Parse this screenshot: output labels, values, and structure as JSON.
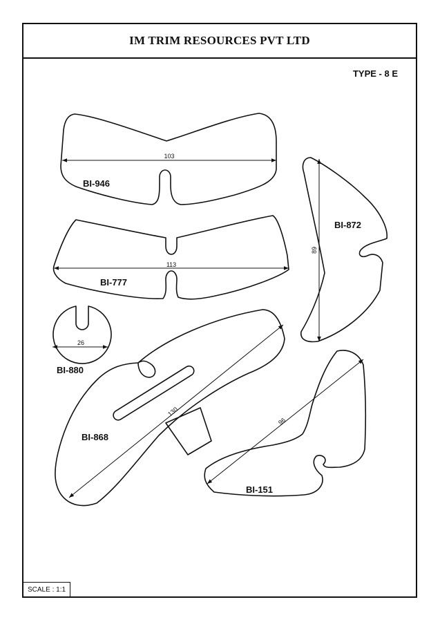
{
  "header": {
    "title": "IM TRIM RESOURCES PVT LTD"
  },
  "type_label": "TYPE - 8 E",
  "scale_label": "SCALE : 1:1",
  "parts": {
    "bi946": {
      "code": "BI-946",
      "dimension": "103"
    },
    "bi777": {
      "code": "BI-777",
      "dimension": "113"
    },
    "bi880": {
      "code": "BI-880",
      "dimension": "26"
    },
    "bi872": {
      "code": "BI-872",
      "dimension": "89"
    },
    "bi868": {
      "code": "BI-868",
      "dimension": "130"
    },
    "bi151": {
      "code": "BI-151",
      "dimension": "96"
    }
  }
}
